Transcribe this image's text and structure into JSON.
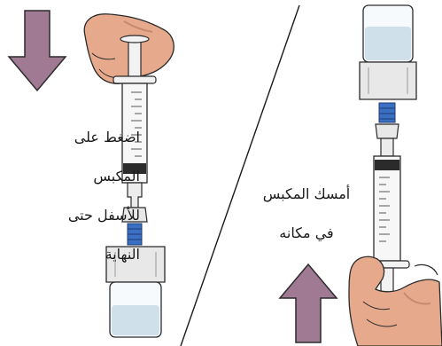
{
  "left_panel": {
    "caption_lines": [
      "اضغط على",
      "المكبس",
      "للأسفل حتى",
      "النهاية"
    ],
    "arrow_direction": "down"
  },
  "right_panel": {
    "caption_lines": [
      "أمسك المكبس",
      "في مكانه"
    ],
    "arrow_direction": "up"
  },
  "colors": {
    "arrow_fill": "#a07a93",
    "arrow_stroke": "#2b2b2b",
    "skin": "#e6a98b",
    "skin_shadow": "#c98870",
    "vial_cap": "#e8e8e8",
    "vial_liquid": "#cfe0ea",
    "adapter_blue": "#3a6fc4",
    "barrel": "#f2f2f2",
    "stopper": "#2b2b2b",
    "divider": "#1a1a1a"
  }
}
